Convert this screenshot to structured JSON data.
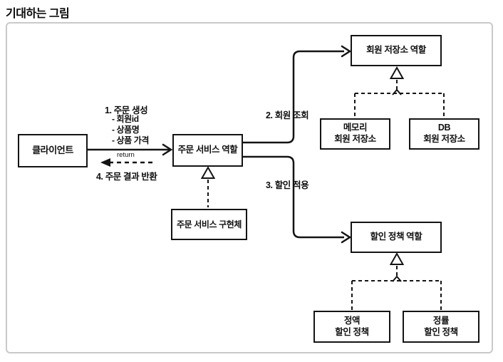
{
  "page": {
    "title": "기대하는 그림"
  },
  "diagram": {
    "nodes": {
      "client": {
        "label": "클라이언트"
      },
      "order_service_role": {
        "label": "주문 서비스 역할"
      },
      "order_service_impl": {
        "label": "주문 서비스 구현체"
      },
      "member_repo_role": {
        "label": "회원 저장소 역할"
      },
      "memory_member_repo": {
        "label": "메모리\n회원 저장소"
      },
      "db_member_repo": {
        "label": "DB\n회원 저장소"
      },
      "discount_policy_role": {
        "label": "할인 정책 역할"
      },
      "fixed_discount_policy": {
        "label": "정액\n할인 정책"
      },
      "rate_discount_policy": {
        "label": "정률\n할인 정책"
      }
    },
    "edge_labels": {
      "order_create": "1. 주문 생성",
      "order_create_params": "- 회원id\n- 상품명\n- 상품 가격",
      "return_text": "return",
      "order_result": "4. 주문 결과 반환",
      "member_lookup": "2. 회원 조회",
      "discount_apply": "3. 할인 적용"
    },
    "colors": {
      "line": "#141414",
      "box_border": "#141414",
      "frame_border": "#c9c9c9",
      "background": "#ffffff"
    }
  }
}
